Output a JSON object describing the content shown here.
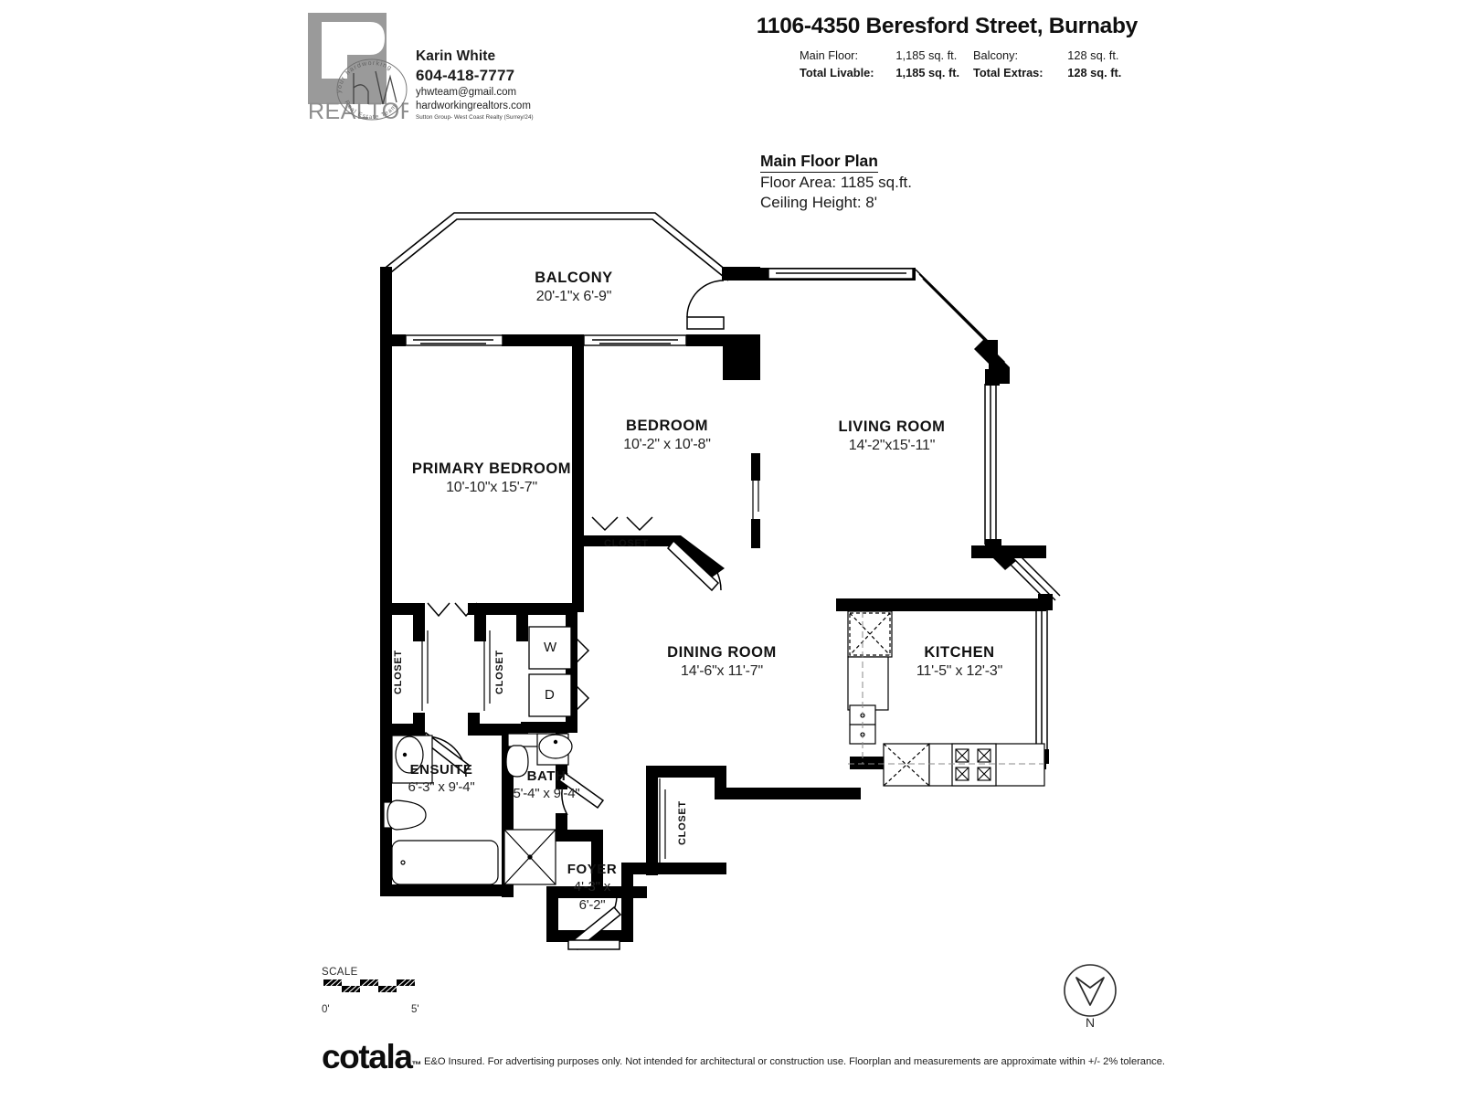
{
  "header": {
    "realtor_logo_text": "REALTOR",
    "team_logo_text": "HW",
    "team_tagline_top": "your hardworking",
    "team_tagline_bottom": "Real Estate Team",
    "agent_name": "Karin White",
    "agent_phone": "604-418-7777",
    "agent_email": "yhwteam@gmail.com",
    "agent_website": "hardworkingrealtors.com",
    "agent_office": "Sutton Group- West Coast Realty (Surrey/24)",
    "address_title": "1106-4350 Beresford Street, Burnaby",
    "areas": {
      "main_floor_label": "Main Floor:",
      "main_floor_value": "1,185 sq. ft.",
      "total_livable_label": "Total Livable:",
      "total_livable_value": "1,185 sq. ft.",
      "balcony_label": "Balcony:",
      "balcony_value": "128 sq. ft.",
      "total_extras_label": "Total Extras:",
      "total_extras_value": "128 sq. ft."
    }
  },
  "plan_info": {
    "title": "Main Floor Plan",
    "floor_area": "Floor Area: 1185 sq.ft.",
    "ceiling_height": "Ceiling Height: 8'"
  },
  "rooms": [
    {
      "name": "BALCONY",
      "dims": "20'-1\"x  6'-9\""
    },
    {
      "name": "PRIMARY BEDROOM",
      "dims": "10'-10\"x 15'-7\""
    },
    {
      "name": "BEDROOM",
      "dims": "10'-2\" x 10'-8\""
    },
    {
      "name": "LIVING ROOM",
      "dims": "14'-2\"x15'-11\""
    },
    {
      "name": "DINING ROOM",
      "dims": "14'-6\"x 11'-7\""
    },
    {
      "name": "KITCHEN",
      "dims": "11'-5\" x 12'-3\""
    },
    {
      "name": "ENSUITE",
      "dims": "6'-3\"  x  9'-4\""
    },
    {
      "name": "BATH",
      "dims": "5'-4\"  x  9'-4\""
    },
    {
      "name": "FOYER",
      "dims_line1": "4'-3\"  x",
      "dims_line2": "6'-2\""
    }
  ],
  "closets": {
    "bedroom_closet": "CLOSET",
    "primary_closet_a": "CLOSET",
    "primary_closet_b": "CLOSET",
    "foyer_closet": "CLOSET"
  },
  "appliances": {
    "washer": "W",
    "dryer": "D"
  },
  "scale": {
    "label": "SCALE",
    "start": "0'",
    "end": "5'"
  },
  "compass": {
    "north_label": "N"
  },
  "footer": {
    "brand": "cotala",
    "trademark": "™",
    "disclaimer": "E&O Insured. For advertising purposes only. Not intended for architectural or construction use. Floorplan and measurements are approximate within +/- 2% tolerance."
  },
  "colors": {
    "wall": "#000000",
    "logo_gray": "#9a9a9a",
    "text": "#111111",
    "paper": "#ffffff"
  }
}
